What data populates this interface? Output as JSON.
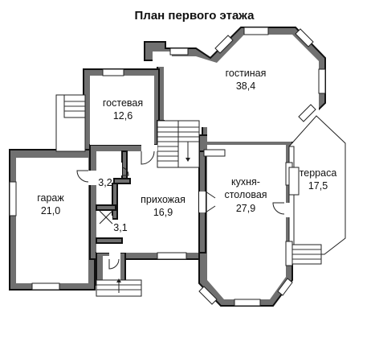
{
  "title": "План первого этажа",
  "rooms": {
    "gostinaya": {
      "name": "гостиная",
      "area": "38,4"
    },
    "gostevaya": {
      "name": "гостевая",
      "area": "12,6"
    },
    "garazh": {
      "name": "гараж",
      "area": "21,0"
    },
    "prihozhaya": {
      "name": "прихожая",
      "area": "16,9"
    },
    "kuhnya": {
      "name1": "кухня-",
      "name2": "столовая",
      "area": "27,9"
    },
    "terrasa": {
      "name": "терраса",
      "area": "17,5"
    },
    "small_upper": {
      "area": "3,2"
    },
    "small_lower": {
      "area": "3,1"
    }
  }
}
